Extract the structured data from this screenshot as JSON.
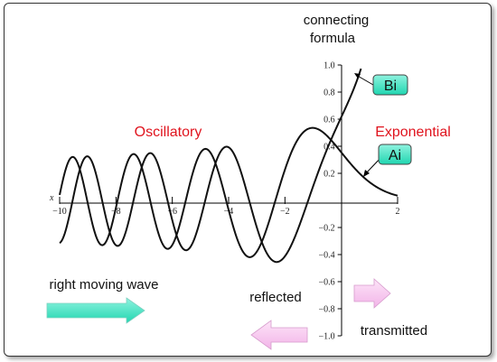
{
  "chart_data": {
    "type": "line",
    "title": "",
    "xlabel": "x",
    "ylabel": "",
    "xlim": [
      -10,
      2
    ],
    "ylim": [
      -1.0,
      1.0
    ],
    "x_ticks": [
      "−10",
      "−8",
      "−6",
      "−4",
      "−2",
      "2"
    ],
    "y_ticks": [
      "1.0",
      "0.8",
      "0.6",
      "0.4",
      "0.2",
      "−0.2",
      "−0.4",
      "−0.6",
      "−0.8",
      "−1.0"
    ],
    "x_tick_values": [
      -10,
      -8,
      -6,
      -4,
      -2,
      2
    ],
    "y_tick_values": [
      1.0,
      0.8,
      0.6,
      0.4,
      0.2,
      -0.2,
      -0.4,
      -0.6,
      -0.8,
      -1.0
    ],
    "series": [
      {
        "name": "Ai",
        "function": "Airy Ai(x)",
        "x_range": [
          -10,
          2
        ]
      },
      {
        "name": "Bi",
        "function": "Airy Bi(x)",
        "x_range": [
          -10,
          0.7
        ]
      }
    ],
    "grid": false
  },
  "annotations": {
    "connecting_formula": [
      "connecting",
      "formula"
    ],
    "oscillatory": "Oscillatory",
    "exponential": "Exponential",
    "bi_label": "Bi",
    "ai_label": "Ai",
    "right_moving_wave": "right moving wave",
    "reflected": "reflected",
    "transmitted": "transmitted"
  },
  "colors": {
    "curve": "#111111",
    "region_label": "#e0141e",
    "badge_fill": "#2fe3bf",
    "right_arrow": "#2fe3bf",
    "pink_arrow": "#f6c7ef"
  }
}
